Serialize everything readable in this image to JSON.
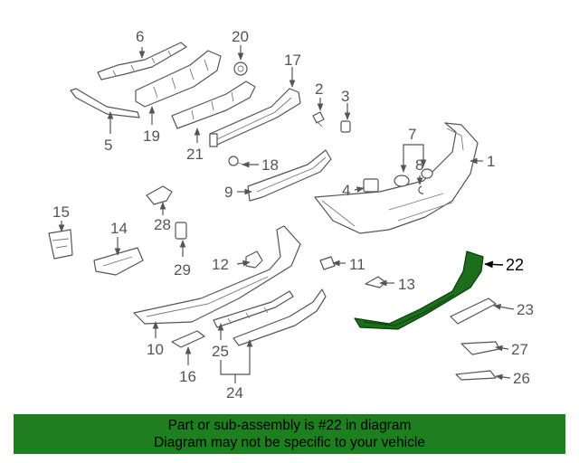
{
  "diagram": {
    "highlight_color": "#1b6e1b",
    "callouts": [
      "1",
      "2",
      "3",
      "4",
      "5",
      "6",
      "7",
      "8",
      "9",
      "10",
      "11",
      "12",
      "13",
      "14",
      "15",
      "16",
      "17",
      "18",
      "19",
      "20",
      "21",
      "22",
      "23",
      "24",
      "25",
      "26",
      "27",
      "28",
      "29"
    ],
    "highlighted_callout": "22"
  },
  "banner": {
    "color": "#1e7f1e",
    "line1": "Part or sub-assembly is #22 in diagram",
    "line2": "Diagram may not be specific to your vehicle"
  }
}
